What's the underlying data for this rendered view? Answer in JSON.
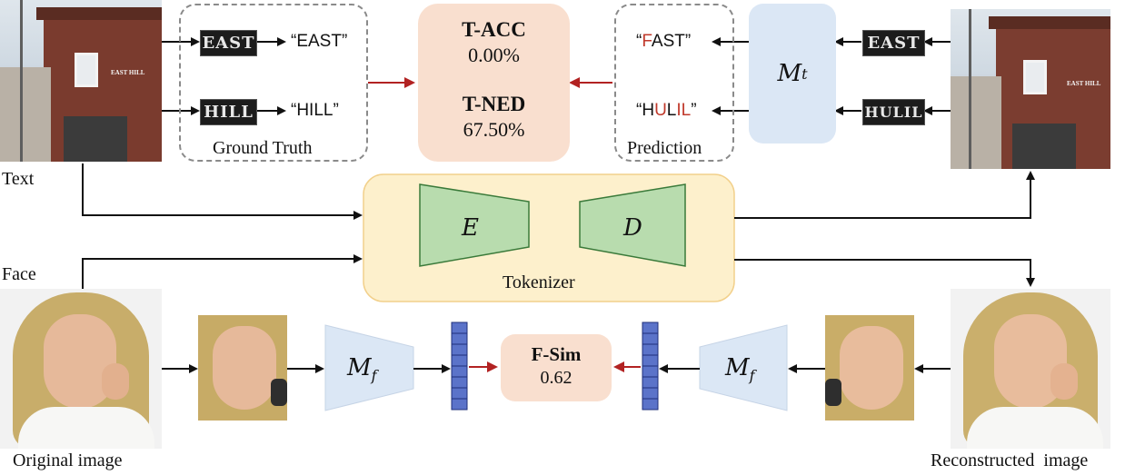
{
  "labels": {
    "text": "Text",
    "face": "Face",
    "original_image": "Original image",
    "reconstructed_image": "Reconstructed  image",
    "ground_truth": "Ground Truth",
    "prediction": "Prediction",
    "tokenizer": "Tokenizer"
  },
  "ground_truth": {
    "crop_east": "EAST",
    "crop_hill": "HILL",
    "text_east": "“EAST”",
    "text_hill": "“HILL”"
  },
  "prediction": {
    "crop_east": "EAST",
    "crop_hulil": "HULIL",
    "east_open": "“",
    "east_wrong": "F",
    "east_rest": "AST”",
    "hulil_open": "“H",
    "hulil_wrong1": "U",
    "hulil_mid": "L",
    "hulil_wrong2": "IL",
    "hulil_close": "”"
  },
  "sign_text": "EAST HILL",
  "metrics": {
    "t_acc_label": "T-ACC",
    "t_acc_value": "0.00%",
    "t_ned_label": "T-NED",
    "t_ned_value": "67.50%",
    "f_sim_label": "F-Sim",
    "f_sim_value": "0.62"
  },
  "models": {
    "text_model": "M",
    "text_sub": "t",
    "face_model": "M",
    "face_sub": "f",
    "encoder": "E",
    "decoder": "D"
  },
  "colors": {
    "metric_bg": "#f9dfcf",
    "model_bg": "#dbe7f5",
    "tokenizer_bg": "#fdf0cc",
    "trapezoid_fill": "#b8dcae",
    "feature_vector": "#5b73c9",
    "red_arrow": "#b22222"
  }
}
